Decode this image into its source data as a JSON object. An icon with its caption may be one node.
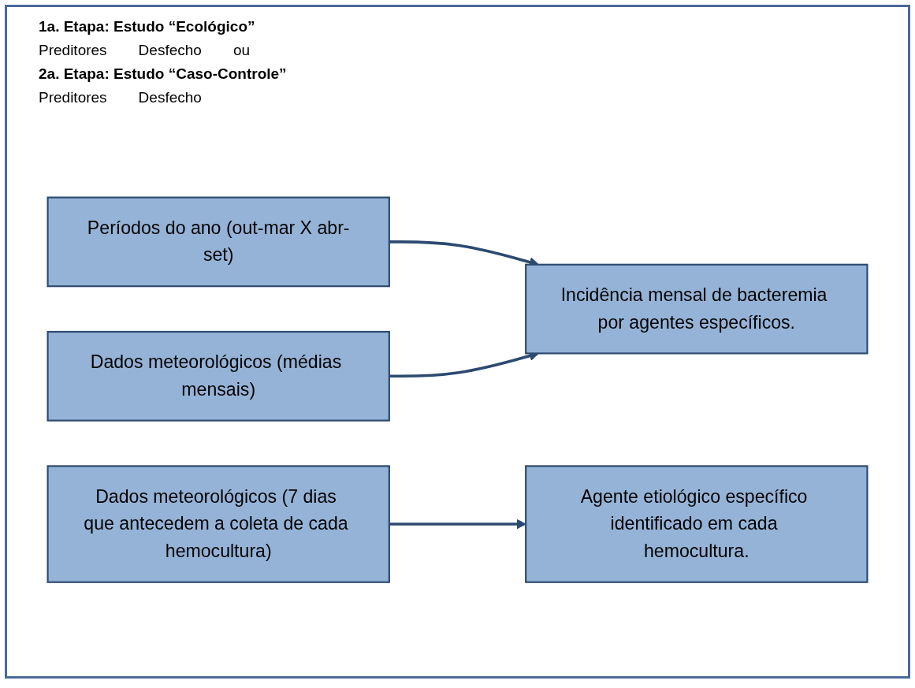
{
  "diagram": {
    "nodes": [
      {
        "text": [
          "Períodos do ano (out-mar X abr-set)"
        ]
      },
      {
        "text": [
          "Dados meteorológicos (médias mensais)"
        ]
      },
      {
        "text": [
          "Incidência mensal de bacteremia por agentes específicos."
        ]
      },
      {
        "text": [
          "Dados meteorológicos (7 dias que antecedem a coleta de cada hemocultura)"
        ]
      },
      {
        "text": [
          "Agente etiológico específico identificado em cada hemocultura."
        ]
      }
    ],
    "edges": [
      {
        "from": 0,
        "to": 2,
        "arrow": "to"
      },
      {
        "from": 1,
        "to": 2,
        "arrow": "to"
      },
      {
        "from": 3,
        "to": 4,
        "arrow": "to"
      }
    ],
    "labels": [
      "1a. Etapa: Estudo “Ecológico”",
      "Preditores",
      "Desfecho",
      "ou",
      "2a. Etapa: Estudo “Caso-Controle”",
      "Preditores",
      "Desfecho"
    ]
  }
}
